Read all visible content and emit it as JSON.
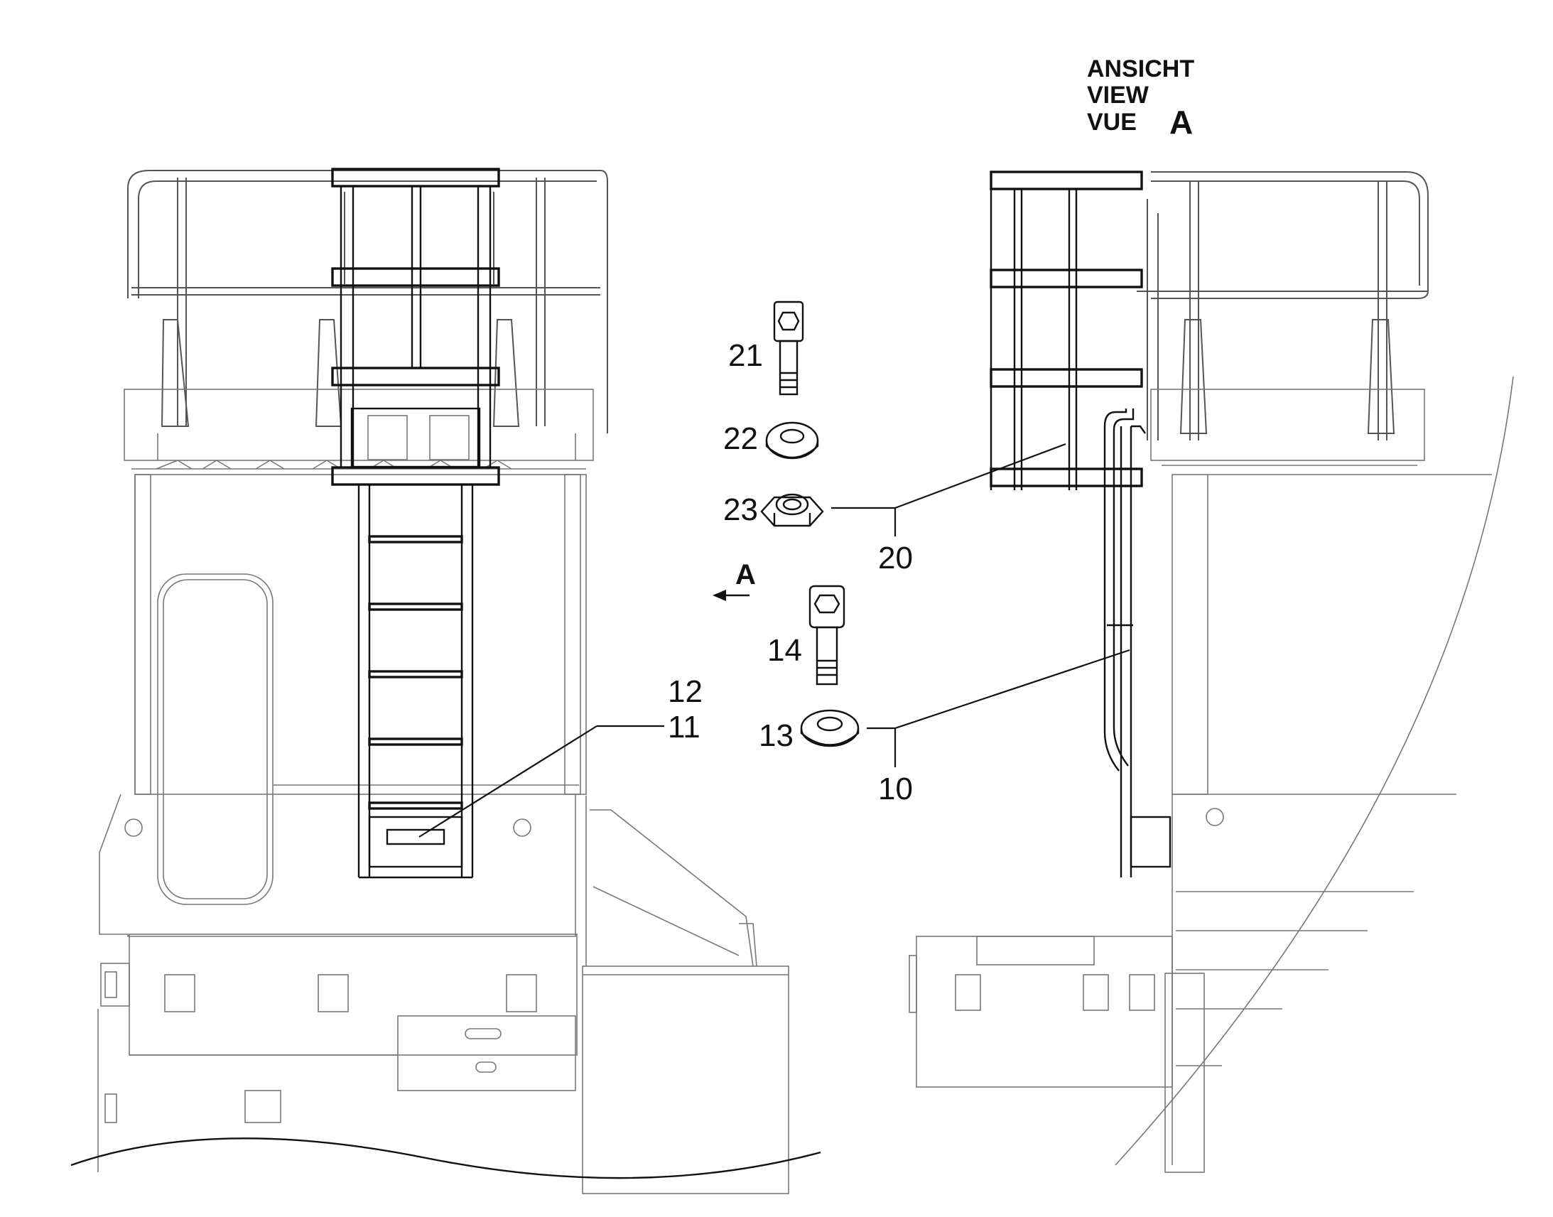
{
  "view_title": {
    "lines": [
      "ANSICHT",
      "VIEW",
      "VUE"
    ],
    "letter": "A"
  },
  "direction_arrow": {
    "label": "A"
  },
  "callouts": {
    "p10": "10",
    "p11": "11",
    "p12": "12",
    "p13": "13",
    "p14": "14",
    "p20": "20",
    "p21": "21",
    "p22": "22",
    "p23": "23"
  }
}
